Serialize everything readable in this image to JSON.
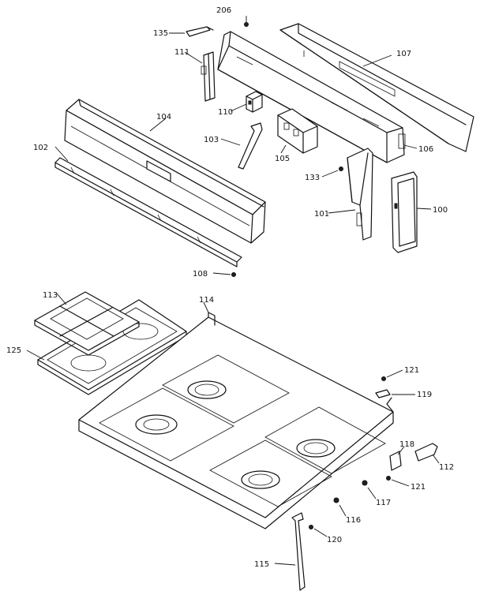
{
  "callouts": {
    "c206": "206",
    "c135": "135",
    "c111": "111",
    "c107": "107",
    "c110": "110",
    "c104": "104",
    "c103": "103",
    "c105": "105",
    "c106": "106",
    "c102": "102",
    "c133": "133",
    "c101": "101",
    "c100": "100",
    "c108": "108",
    "c113": "113",
    "c114": "114",
    "c125": "125",
    "c121a": "121",
    "c119": "119",
    "c118": "118",
    "c112": "112",
    "c121b": "121",
    "c117": "117",
    "c116": "116",
    "c120": "120",
    "c115": "115"
  }
}
